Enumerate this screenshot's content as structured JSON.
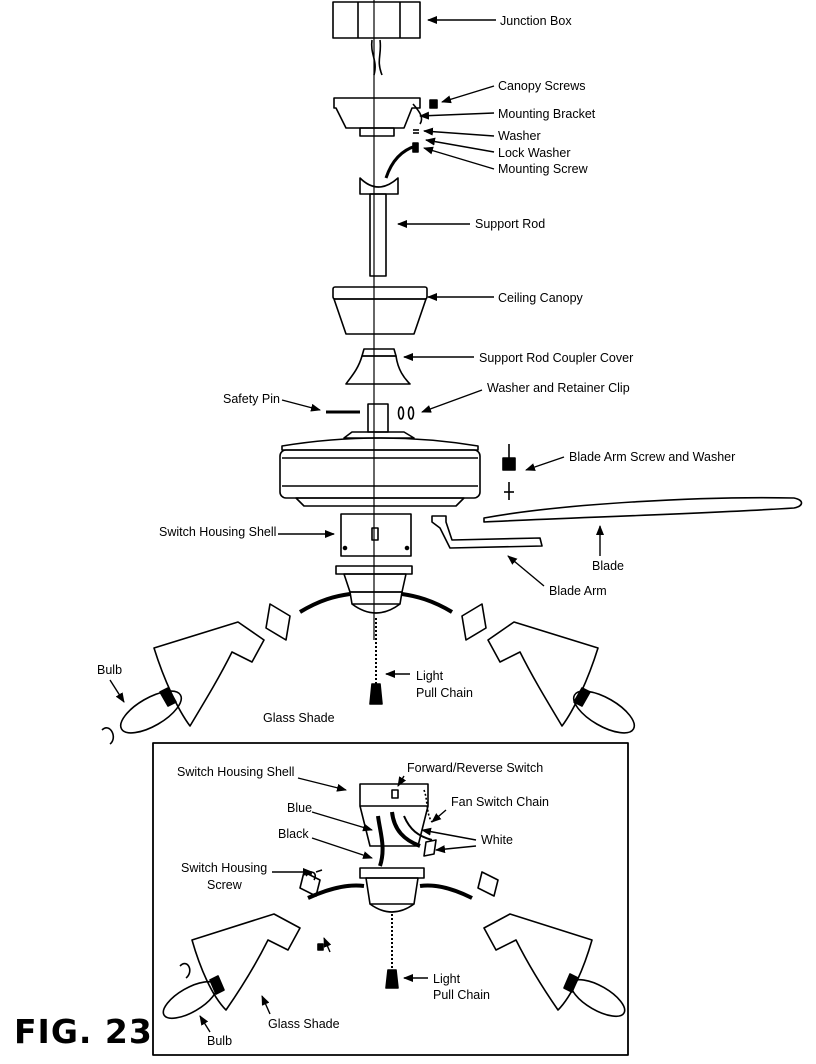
{
  "figure_label": "FIG. 23",
  "parts": {
    "junction_box": "Junction Box",
    "canopy_screws": "Canopy Screws",
    "mounting_bracket": "Mounting Bracket",
    "washer": "Washer",
    "lock_washer": "Lock Washer",
    "mounting_screw": "Mounting Screw",
    "support_rod": "Support Rod",
    "ceiling_canopy": "Ceiling Canopy",
    "coupler_cover": "Support Rod Coupler Cover",
    "washer_retainer": "Washer and Retainer Clip",
    "safety_pin": "Safety Pin",
    "blade_arm_screw": "Blade Arm Screw and Washer",
    "switch_housing_shell": "Switch Housing Shell",
    "blade": "Blade",
    "blade_arm": "Blade Arm",
    "bulb": "Bulb",
    "light_pull_chain_1": "Light",
    "light_pull_chain_2": "Pull Chain",
    "glass_shade": "Glass Shade"
  },
  "inset": {
    "switch_housing_shell": "Switch Housing Shell",
    "forward_reverse_switch": "Forward/Reverse Switch",
    "fan_switch_chain": "Fan Switch Chain",
    "blue": "Blue",
    "black": "Black",
    "white": "White",
    "switch_housing_screw_1": "Switch Housing",
    "switch_housing_screw_2": "Screw",
    "light_pull_chain_1": "Light",
    "light_pull_chain_2": "Pull Chain",
    "glass_shade": "Glass Shade",
    "bulb": "Bulb"
  }
}
